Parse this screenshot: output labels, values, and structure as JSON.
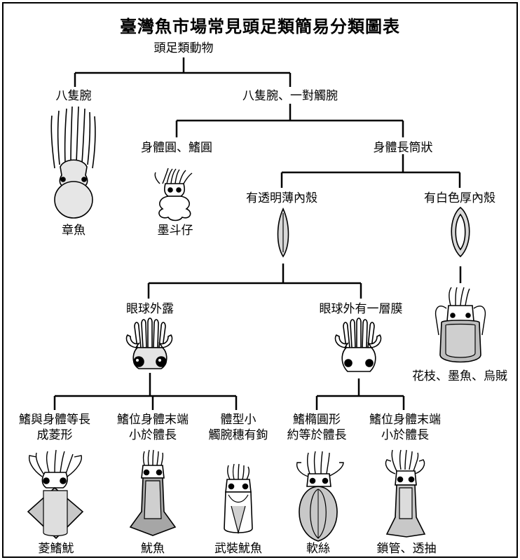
{
  "title": "臺灣魚市場常見頭足類簡易分類圖表",
  "nodes": {
    "root": "頭足類動物",
    "eight_arms": "八隻腕",
    "eight_plus_two": "八隻腕、一對觸腕",
    "round_body": "身體圓、鰭圓",
    "long_body": "身體長筒狀",
    "transparent_shell": "有透明薄內殼",
    "white_shell": "有白色厚內殼",
    "eye_exposed": "眼球外露",
    "eye_membrane": "眼球外有一層膜"
  },
  "traits": {
    "fin_diamond": [
      "鰭與身體等長",
      "成菱形"
    ],
    "fin_end_small_1": [
      "鰭位身體末端",
      "小於體長"
    ],
    "small_body": [
      "體型小",
      "觸腕穗有鉤"
    ],
    "fin_oval": [
      "鰭橢圓形",
      "約等於體長"
    ],
    "fin_end_small_2": [
      "鰭位身體末端",
      "小於體長"
    ]
  },
  "species": {
    "octopus": "章魚",
    "bobtail": "墨斗仔",
    "cuttlefish": "花枝、墨魚、烏賊",
    "diamond_squid": "菱鰭魷",
    "squid": "魷魚",
    "armed_squid": "武裝魷魚",
    "bigfin_squid": "軟絲",
    "loligo": "鎖管、透抽"
  }
}
